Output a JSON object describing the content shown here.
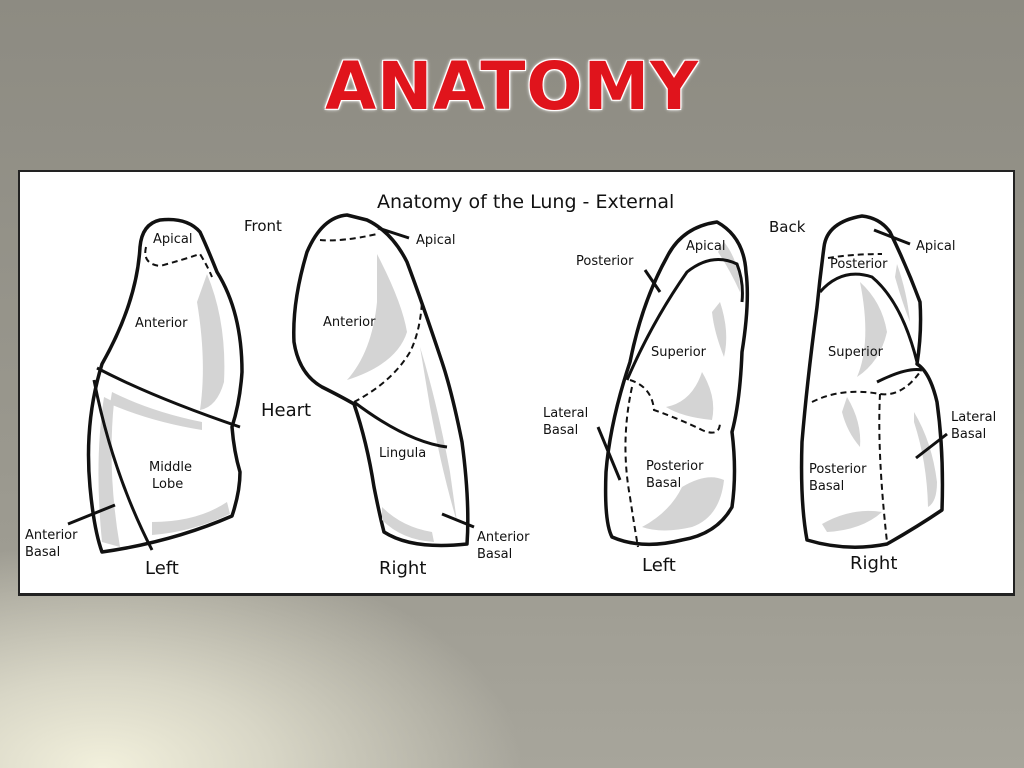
{
  "slide_title": "ANATOMY",
  "figure": {
    "title": "Anatomy of the Lung - External",
    "view_front": "Front",
    "view_back": "Back",
    "heart": "Heart",
    "front_left": {
      "apical": "Apical",
      "anterior": "Anterior",
      "middle_lobe_1": "Middle",
      "middle_lobe_2": "Lobe",
      "anterior_basal_1": "Anterior",
      "anterior_basal_2": "Basal",
      "caption": "Left"
    },
    "front_right": {
      "apical": "Apical",
      "anterior": "Anterior",
      "lingula": "Lingula",
      "anterior_basal_1": "Anterior",
      "anterior_basal_2": "Basal",
      "caption": "Right"
    },
    "back_left": {
      "apical": "Apical",
      "posterior": "Posterior",
      "superior": "Superior",
      "lateral_basal_1": "Lateral",
      "lateral_basal_2": "Basal",
      "posterior_basal_1": "Posterior",
      "posterior_basal_2": "Basal",
      "caption": "Left"
    },
    "back_right": {
      "apical": "Apical",
      "posterior": "Posterior",
      "superior": "Superior",
      "lateral_basal_1": "Lateral",
      "lateral_basal_2": "Basal",
      "posterior_basal_1": "Posterior",
      "posterior_basal_2": "Basal",
      "caption": "Right"
    }
  }
}
